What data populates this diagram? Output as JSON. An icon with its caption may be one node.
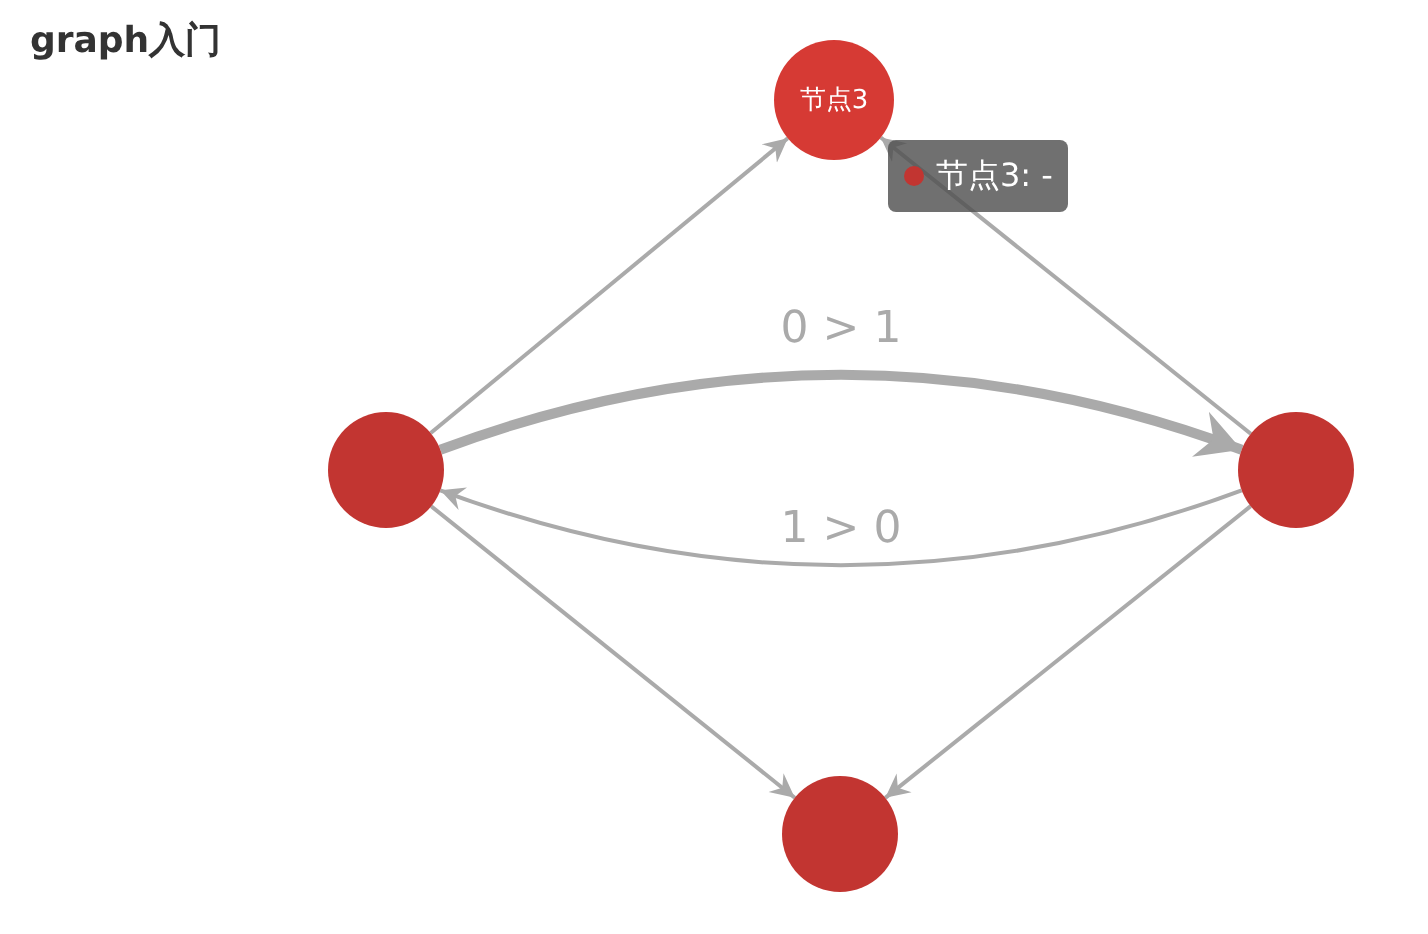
{
  "diagram": {
    "title": "graph入门",
    "nodes": [
      {
        "text": [],
        "shape": "circle"
      },
      {
        "text": [],
        "shape": "circle"
      },
      {
        "text": [
          "节点3"
        ]
      },
      {
        "text": [],
        "shape": "circle"
      }
    ],
    "edges": [
      {
        "from": 0,
        "to": 2,
        "arrow": "to"
      },
      {
        "from": 1,
        "to": 2,
        "arrow": "to"
      },
      {
        "from": 0,
        "to": 1,
        "arrow": "to",
        "label": "0 > 1",
        "style": "thick"
      },
      {
        "from": 1,
        "to": 0,
        "arrow": "to",
        "label": "1 > 0"
      },
      {
        "from": 0,
        "to": 3,
        "arrow": "to"
      },
      {
        "from": 1,
        "to": 3,
        "arrow": "to"
      }
    ],
    "labels": [
      "节点3: -"
    ]
  }
}
